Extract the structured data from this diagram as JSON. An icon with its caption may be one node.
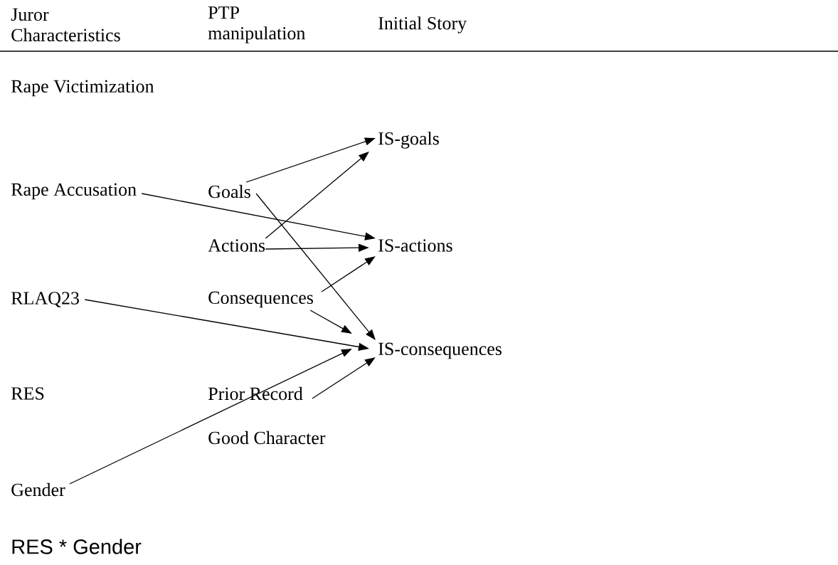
{
  "diagram": {
    "nodes": [
      {
        "text": [
          "Rape Accusation"
        ]
      },
      {
        "text": [
          "RLAQ23"
        ]
      },
      {
        "text": [
          "Gender"
        ]
      },
      {
        "text": [
          "Goals"
        ]
      },
      {
        "text": [
          "Actions"
        ]
      },
      {
        "text": [
          "Consequences"
        ]
      },
      {
        "text": [
          "Prior Record"
        ]
      },
      {
        "text": [
          "IS-goals"
        ]
      },
      {
        "text": [
          "IS-actions"
        ]
      },
      {
        "text": [
          "IS-consequences"
        ]
      }
    ],
    "edges": [
      {
        "from": 0,
        "to": 8,
        "arrow": "to"
      },
      {
        "from": 1,
        "to": 9,
        "arrow": "to"
      },
      {
        "from": 2,
        "to": 9,
        "arrow": "to"
      },
      {
        "from": 3,
        "to": 7,
        "arrow": "to"
      },
      {
        "from": 3,
        "to": 9,
        "arrow": "to"
      },
      {
        "from": 4,
        "to": 7,
        "arrow": "to"
      },
      {
        "from": 4,
        "to": 8,
        "arrow": "to"
      },
      {
        "from": 5,
        "to": 8,
        "arrow": "to"
      },
      {
        "from": 5,
        "to": 9,
        "arrow": "to"
      },
      {
        "from": 6,
        "to": 9,
        "arrow": "to"
      }
    ],
    "labels": [
      "Juror Characteristics",
      "PTP manipulation",
      "Initial Story",
      "Rape Victimization",
      "RES",
      "Good Character",
      "RES * Gender"
    ]
  }
}
